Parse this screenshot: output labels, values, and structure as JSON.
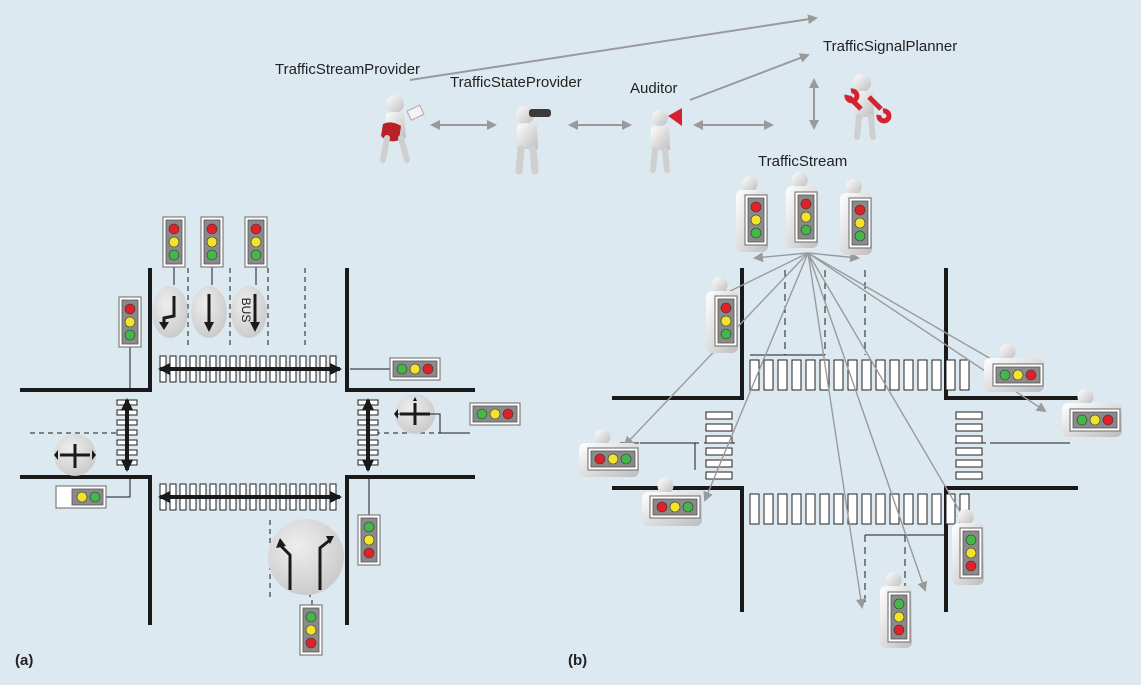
{
  "labels": {
    "stream_provider": "TrafficStreamProvider",
    "state_provider": "TrafficStateProvider",
    "auditor": "Auditor",
    "signal_planner": "TrafficSignalPlanner",
    "traffic_stream": "TrafficStream",
    "panel_a": "(a)",
    "panel_b": "(b)",
    "bus_lane": "BUS"
  },
  "colors": {
    "background": "#dde9f0",
    "road": "#1a1a1a",
    "red": "#e0212b",
    "yellow": "#f1e42a",
    "green": "#45b649",
    "arrow_gray": "#9a9a9a",
    "sign_disc": "#d8d8d8"
  },
  "icons": [
    "person-with-envelope-icon",
    "person-with-binoculars-icon",
    "person-with-megaphone-icon",
    "person-with-wrench-icon",
    "traffic-light-icon"
  ]
}
